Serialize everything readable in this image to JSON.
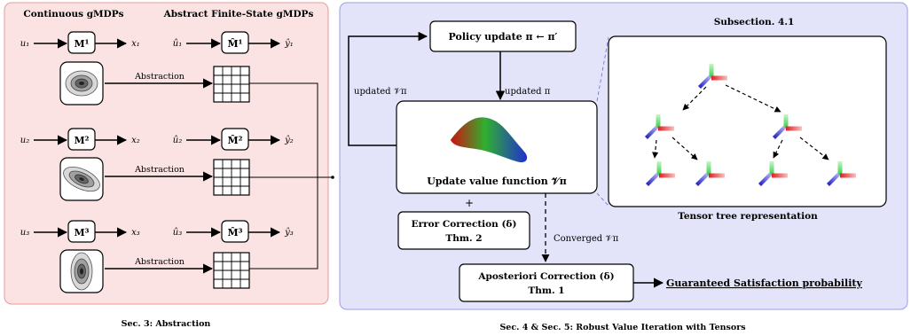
{
  "left_panel": {
    "header_continuous": "Continuous gMDPs",
    "header_abstract": "Abstract Finite-State gMDPs",
    "caption": "Sec. 3: Abstraction",
    "abstraction_label": "Abstraction",
    "rows": [
      {
        "u": "u₁",
        "model": "M¹",
        "x": "x₁",
        "uh": "û₁",
        "model_hat": "M̂¹",
        "yh": "ŷ₁"
      },
      {
        "u": "u₂",
        "model": "M²",
        "x": "x₂",
        "uh": "û₂",
        "model_hat": "M̂²",
        "yh": "ŷ₂"
      },
      {
        "u": "u₃",
        "model": "M³",
        "x": "x₃",
        "uh": "û₃",
        "model_hat": "M̂³",
        "yh": "ŷ₃"
      }
    ]
  },
  "right_panel": {
    "caption": "Sec. 4 & Sec. 5: Robust Value Iteration with Tensors",
    "policy_update": "Policy update π ← π′",
    "updated_pi": "updated π",
    "updated_V": "updated 𝒱π",
    "value_function": "Update value function 𝒱π",
    "plus": "+",
    "error_correction_line1": "Error Correction (δ)",
    "error_correction_line2": "Thm. 2",
    "converged": "Converged 𝒱π",
    "aposteriori_line1": "Aposteriori Correction (δ)",
    "aposteriori_line2": "Thm. 1",
    "guaranteed": "Guaranteed Satisfaction probability",
    "subsection": "Subsection. 4.1",
    "tensor_caption": "Tensor tree representation"
  },
  "colors": {
    "left_bg": "#fbe3e3",
    "left_border": "#e99a9a",
    "right_bg": "#e3e3fa",
    "right_border": "#9d9de3"
  }
}
